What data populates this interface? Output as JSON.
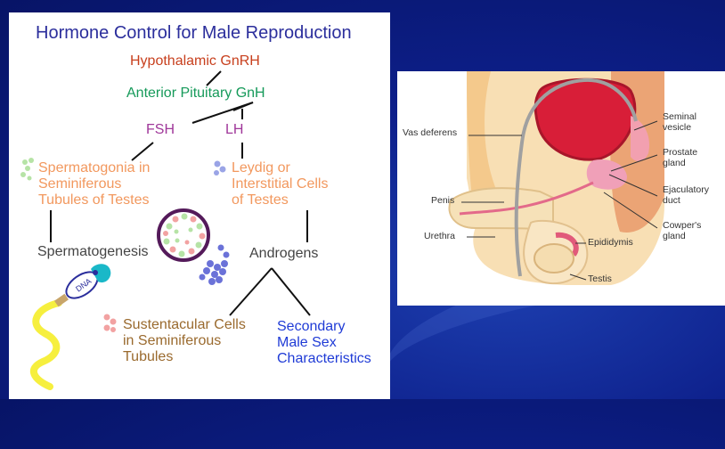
{
  "diagram": {
    "title": "Hormone Control for Male Reproduction",
    "nodes": {
      "gnrh": "Hypothalamic GnRH",
      "pituitary": "Anterior Pituitary GnH",
      "fsh": "FSH",
      "lh": "LH",
      "spermatogonia": "Spermatogonia in\nSeminiferous\nTubules of Testes",
      "leydig": "Leydig or\nInterstitial Cells\nof Testes",
      "spermatogenesis": "Spermatogenesis",
      "androgens": "Androgens",
      "sustentacular": "Sustentacular Cells\nin Seminiferous\nTubules",
      "secondary": "Secondary\nMale Sex\nCharacteristics"
    },
    "sperm_label": "DNA"
  },
  "anatomy": {
    "labels": {
      "vas_deferens": "Vas deferens",
      "penis": "Penis",
      "urethra": "Urethra",
      "seminal_vesicle": "Seminal\nvesicle",
      "prostate": "Prostate\ngland",
      "ejaculatory_duct": "Ejaculatory\nduct",
      "cowpers_gland": "Cowper's\ngland",
      "epididymis": "Epididymis",
      "testis": "Testis"
    }
  },
  "colors": {
    "title": "#2b2e9c",
    "gnrh": "#c8401e",
    "pituitary": "#169a5a",
    "fsh_lh": "#a0389a",
    "peach": "#f2985e",
    "gray": "#444444",
    "sustentacular": "#9a6a2e",
    "secondary": "#1f3bd6"
  }
}
